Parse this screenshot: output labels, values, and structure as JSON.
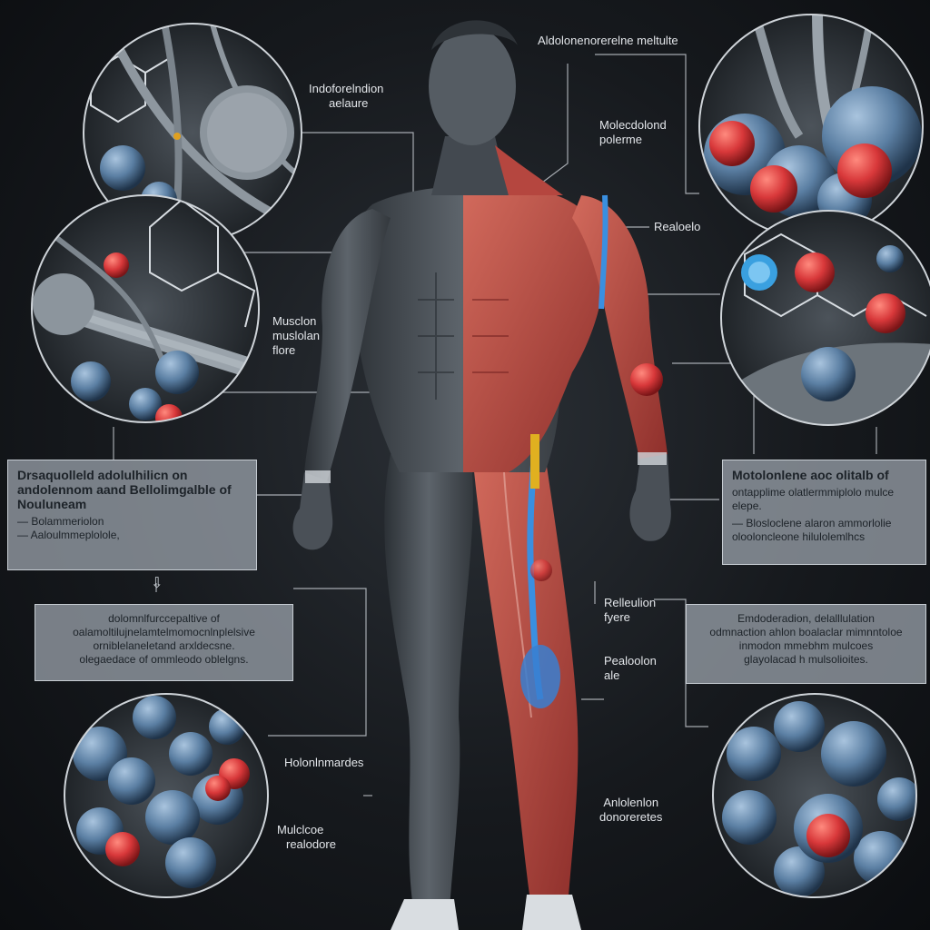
{
  "labels": {
    "top_center": "Aldolonenorerelne meltulte",
    "inflam": [
      "Indoforelndion",
      "aelaure"
    ],
    "molecular": [
      "Molecdolond",
      "polerme"
    ],
    "receptor": "Realoelo",
    "muscle_fibre": [
      "Musclon",
      "muslolan",
      "flore"
    ],
    "relaxation": [
      "Relleulion",
      "fyere"
    ],
    "pealouion": [
      "Pealoolon",
      "ale"
    ],
    "hormones": "Holonlnmardes",
    "receptors_left": [
      "Mulclcoe",
      "realodore"
    ],
    "amino": [
      "Anlolenlon",
      "donoreretes"
    ]
  },
  "boxes": {
    "left_upper": {
      "title": [
        "Drsaquolleld adolulhilicn on",
        "andolennom aand Bellolimgalble of",
        "Nouluneam"
      ],
      "items": [
        "— Bolammeriolon",
        "— Aaloulmmeplolole,"
      ]
    },
    "left_lower": {
      "lines": [
        "dolomnlfurccepaltive of",
        "oalamoltilujnelamtelmomocnlnplelsive",
        "orniblelaneletand arxldecsne.",
        "olegaedace of ommleodo oblelgns."
      ]
    },
    "right_upper": {
      "title": "Motolonlene aoc olitalb of",
      "lines": [
        "ontapplime olatlermmiplolo mulce",
        "elepe.",
        "— Blosloclene alaron ammorlolie",
        "olooloncleone hilulolemlhcs"
      ]
    },
    "right_lower": {
      "lines": [
        "Emdoderadion, delalllulation",
        "odmnaction ahlon boalaclar mimnntoloe",
        "inmodon mmebhm mulcoes",
        "glayolacad h mulsolioites."
      ]
    }
  },
  "colors": {
    "background": "#16191d",
    "muscle_red": "#b5463f",
    "skin_gray": "#4a5057",
    "cell_blue": "#5b7fa3",
    "cell_red": "#d8383a",
    "box_fill": "#969ea6",
    "line": "#c9ced4"
  }
}
